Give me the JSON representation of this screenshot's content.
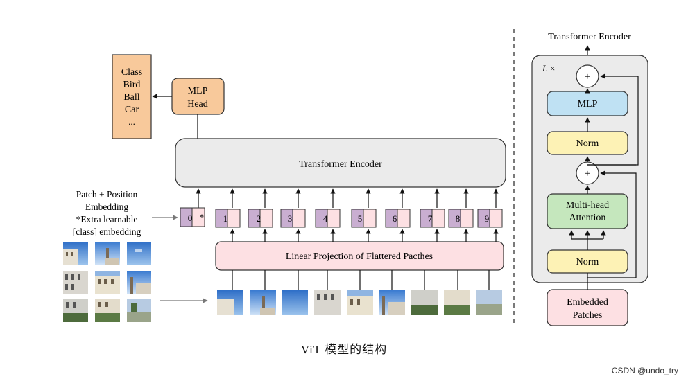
{
  "caption": "ViT 模型的结构",
  "watermark": "CSDN @undo_try",
  "classes": [
    "Class",
    "Bird",
    "Ball",
    "Car",
    "..."
  ],
  "mlp_head": {
    "line1": "MLP",
    "line2": "Head"
  },
  "transformer_encoder_label": "Transformer Encoder",
  "patch_position_text": [
    "Patch + Position",
    "Embedding",
    "*Extra learnable",
    "[class] embedding"
  ],
  "tokens": [
    "0",
    "1",
    "2",
    "3",
    "4",
    "5",
    "6",
    "7",
    "8",
    "9"
  ],
  "class_token_mark": "*",
  "linear_projection_label": "Linear Projection of Flattered Pacthes",
  "encoder_detail": {
    "title": "Transformer Encoder",
    "repeat": "L ×",
    "plus": "+",
    "mlp": "MLP",
    "norm_top": "Norm",
    "attention_line1": "Multi-head",
    "attention_line2": "Attention",
    "norm_bottom": "Norm",
    "embedded_line1": "Embedded",
    "embedded_line2": "Patches"
  },
  "colors": {
    "class_box": "#f8c99b",
    "mlp_head": "#f8c99b",
    "encoder_box": "#ebebeb",
    "token_purple": "#c9aed1",
    "token_pink": "#fde0e3",
    "linear_proj": "#fde0e3",
    "mlp_box": "#bfe1f3",
    "norm_box": "#fdf2b5",
    "attention_box": "#c5e7bd",
    "embedded_box": "#fde0e3",
    "detail_panel": "#ebebeb"
  }
}
